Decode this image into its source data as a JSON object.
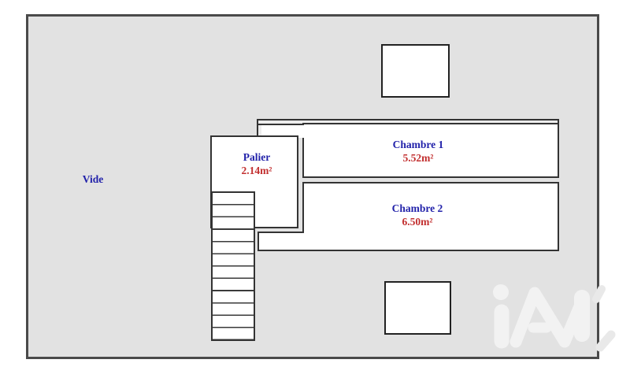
{
  "plan": {
    "labels": {
      "vide": "Vide",
      "palier": {
        "name": "Palier",
        "area": "2.14m²"
      },
      "chambre1": {
        "name": "Chambre 1",
        "area": "5.52m²"
      },
      "chambre2": {
        "name": "Chambre 2",
        "area": "6.50m²"
      }
    },
    "watermark_text": "iad",
    "colors": {
      "room_name_text": "#2222aa",
      "room_area_text": "#c22f2f",
      "slab_fill": "#e2e2e2",
      "wall_line": "#333333",
      "slab_border": "#4a4a4a",
      "watermark": "#f2f2f2"
    }
  }
}
